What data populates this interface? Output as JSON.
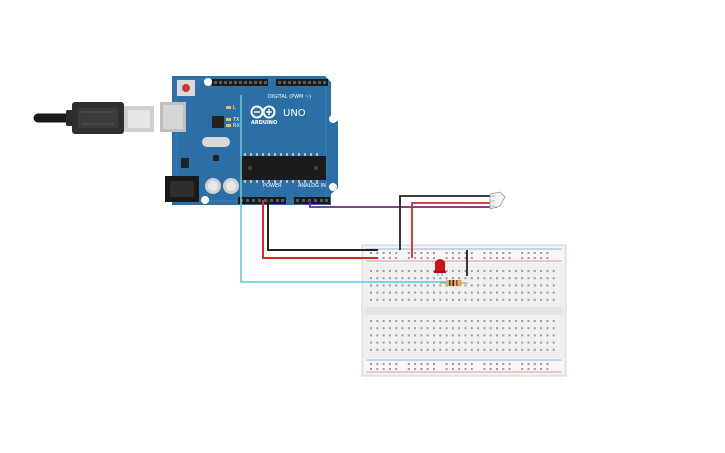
{
  "board": {
    "brand": "ARDUINO",
    "model": "UNO",
    "digital_label": "DIGITAL (PWM ~)",
    "power_label": "POWER",
    "analog_label": "ANALOG IN",
    "tx_label": "TX",
    "rx_label": "RX",
    "l_label": "L"
  },
  "colors": {
    "board": "#2b6fa6",
    "board_dark": "#1f5a8a",
    "wire_black": "#222222",
    "wire_red": "#d12b2b",
    "wire_purple": "#6a2c7a",
    "wire_cyan": "#66c7d6",
    "led": "#c8141c",
    "breadboard": "#f2f2f2"
  },
  "icons": {
    "usb": "usb-cable-icon",
    "led": "red-led-icon",
    "resistor": "resistor-icon",
    "sensor": "temperature-sensor-icon"
  }
}
